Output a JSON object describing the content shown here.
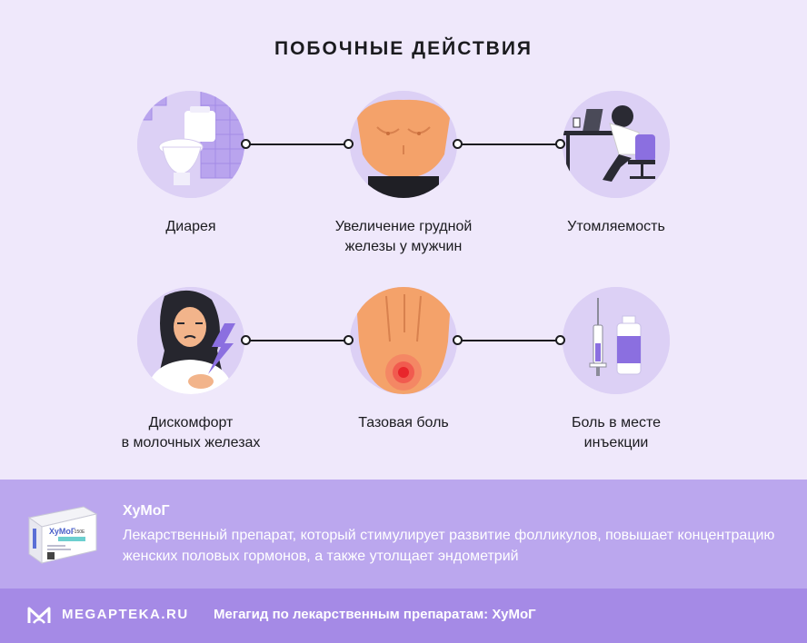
{
  "title": "ПОБОЧНЫЕ ДЕЙСТВИЯ",
  "effects": [
    {
      "label_line1": "Диарея",
      "label_line2": "",
      "icon": "toilet-icon"
    },
    {
      "label_line1": "Увеличение грудной",
      "label_line2": "железы у мужчин",
      "icon": "male-chest-icon"
    },
    {
      "label_line1": "Утомляемость",
      "label_line2": "",
      "icon": "tired-person-icon"
    },
    {
      "label_line1": "Дискомфорт",
      "label_line2": "в молочных железах",
      "icon": "woman-pain-icon"
    },
    {
      "label_line1": "Тазовая боль",
      "label_line2": "",
      "icon": "pelvic-pain-icon"
    },
    {
      "label_line1": "Боль в месте",
      "label_line2": "инъекции",
      "icon": "syringe-icon"
    }
  ],
  "product": {
    "name": "ХуМоГ",
    "description": "Лекарственный препарат, который стимулирует развитие фолликулов, повышает концентрацию женских половых гормонов, а также утолщает эндометрий",
    "box_label": "ХуМоГ",
    "box_dose": "-150Е"
  },
  "footer": {
    "brand": "MEGAPTEKA.RU",
    "text": "Мегагид по лекарственным препаратам: ХуМоГ"
  },
  "colors": {
    "background": "#efe8fb",
    "circle": "#dcd0f5",
    "band": "#bba7ee",
    "footer": "#a58ae6",
    "accent": "#8b6fe0"
  }
}
